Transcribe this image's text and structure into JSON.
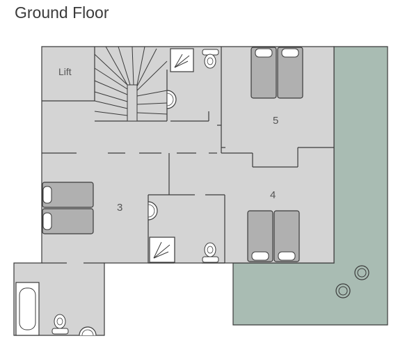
{
  "title": "Ground Floor",
  "rooms": {
    "lift": "Lift",
    "room_3": "3",
    "room_4": "4",
    "room_5": "5"
  },
  "colors": {
    "floor": "#d4d4d4",
    "wall": "#3a3a3a",
    "furniture": "#b0b0b0",
    "terrace": "#a9bcb3",
    "white": "#ffffff"
  }
}
